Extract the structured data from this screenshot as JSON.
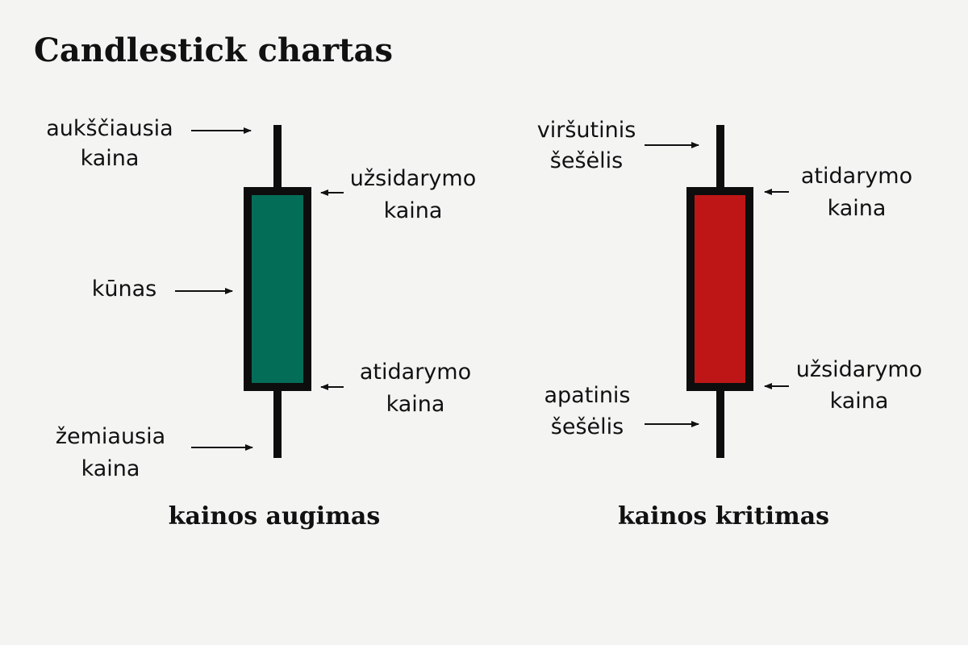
{
  "title": "Candlestick chartas",
  "colors": {
    "bullish": "#046d58",
    "bearish": "#be1616",
    "outline": "#0d0d0d"
  },
  "bullish": {
    "caption": "kainos augimas",
    "high": [
      "aukščiausia",
      "kaina"
    ],
    "close": [
      "užsidarymo",
      "kaina"
    ],
    "body": "kūnas",
    "open": [
      "atidarymo",
      "kaina"
    ],
    "low": [
      "žemiausia",
      "kaina"
    ]
  },
  "bearish": {
    "caption": "kainos kritimas",
    "upper_shadow": [
      "viršutinis",
      "šešėlis"
    ],
    "open": [
      "atidarymo",
      "kaina"
    ],
    "close": [
      "užsidarymo",
      "kaina"
    ],
    "lower_shadow": [
      "apatinis",
      "šešėlis"
    ]
  }
}
